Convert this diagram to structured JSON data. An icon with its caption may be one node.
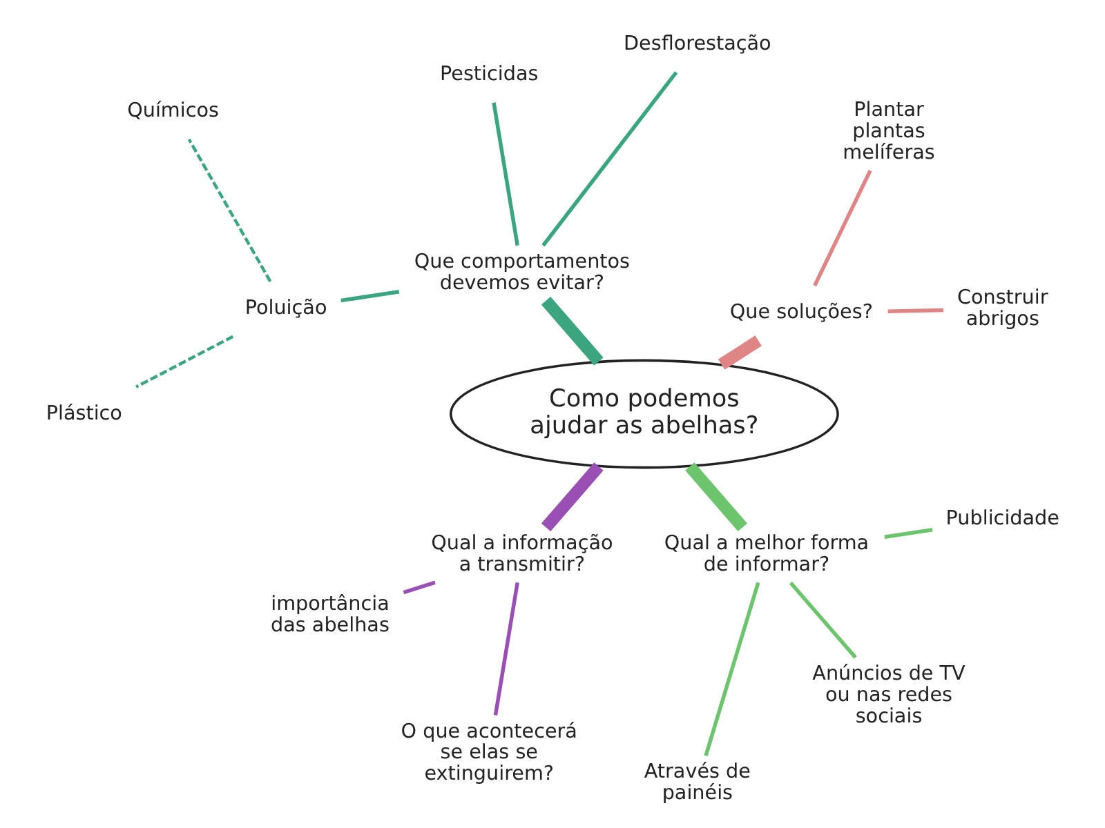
{
  "diagram": {
    "nodes": [
      {
        "text": [
          "Plástico"
        ]
      },
      {
        "text": [
          "Químicos"
        ]
      },
      {
        "text": [
          "Poluição"
        ]
      },
      {
        "text": [
          "Pesticidas"
        ]
      },
      {
        "text": [
          "Desflorestação"
        ]
      },
      {
        "text": [
          "Que comportamentos devemos evitar?"
        ]
      },
      {
        "text": [
          "Que soluções?"
        ]
      },
      {
        "text": [
          "Plantar plantas melíferas"
        ]
      },
      {
        "text": [
          "Construir abrigos"
        ]
      },
      {
        "text": [
          "Como podemos ajudar as abelhas?"
        ]
      },
      {
        "text": [
          "Qual a informação a transmitir?"
        ]
      },
      {
        "text": [
          "Qual a melhor forma de informar?"
        ]
      },
      {
        "text": [
          "importância das abelhas"
        ]
      },
      {
        "text": [
          "O que acontecerá se elas se extinguirem?"
        ]
      },
      {
        "text": [
          "Através de painéis"
        ]
      },
      {
        "text": [
          "Anúncios de TV ou nas redes sociais"
        ]
      },
      {
        "text": [
          "Publicidade"
        ]
      }
    ],
    "edges": [
      {
        "from": 9,
        "to": 6,
        "arrow": "none",
        "style": "thick",
        "color": "#e08585"
      },
      {
        "from": 9,
        "to": 5,
        "arrow": "none",
        "style": "thick",
        "color": "#3aa57f"
      },
      {
        "from": 9,
        "to": 10,
        "arrow": "none",
        "style": "thick",
        "color": "#9a4fb5"
      },
      {
        "from": 9,
        "to": 11,
        "arrow": "none",
        "style": "thick",
        "color": "#6cc46c"
      },
      {
        "from": 6,
        "to": 8,
        "arrow": "none",
        "color": "#e08585"
      },
      {
        "from": 6,
        "to": 7,
        "arrow": "none",
        "color": "#e08585"
      },
      {
        "from": 5,
        "to": 4,
        "arrow": "none",
        "color": "#3aa57f"
      },
      {
        "from": 5,
        "to": 3,
        "arrow": "none",
        "color": "#3aa57f"
      },
      {
        "from": 5,
        "to": 2,
        "arrow": "none",
        "color": "#3aa57f"
      },
      {
        "from": 2,
        "to": 1,
        "arrow": "none",
        "style": "dashed",
        "color": "#3aa57f"
      },
      {
        "from": 2,
        "to": 0,
        "arrow": "none",
        "style": "dashed",
        "color": "#3aa57f"
      },
      {
        "from": 10,
        "to": 12,
        "arrow": "none",
        "color": "#9a4fb5"
      },
      {
        "from": 10,
        "to": 13,
        "arrow": "none",
        "color": "#9a4fb5"
      },
      {
        "from": 11,
        "to": 14,
        "arrow": "none",
        "color": "#6cc46c"
      },
      {
        "from": 11,
        "to": 15,
        "arrow": "none",
        "color": "#6cc46c"
      },
      {
        "from": 11,
        "to": 16,
        "arrow": "none",
        "color": "#6cc46c"
      }
    ]
  }
}
